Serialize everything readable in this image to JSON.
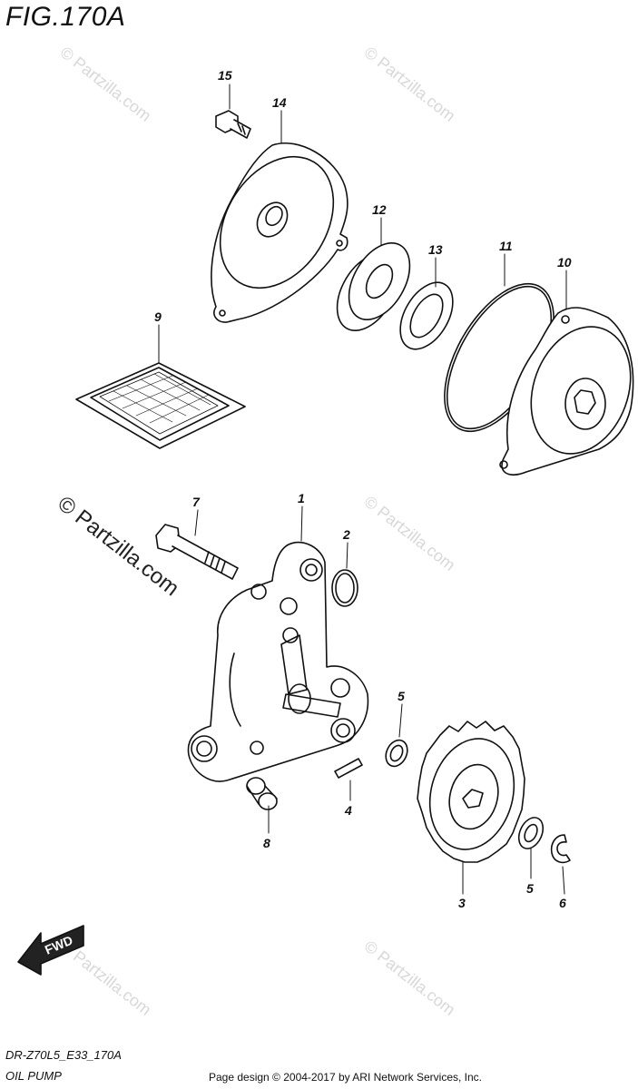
{
  "figure_title": "FIG.170A",
  "parts": [
    {
      "number": "1"
    },
    {
      "number": "2"
    },
    {
      "number": "3"
    },
    {
      "number": "4"
    },
    {
      "number": "5"
    },
    {
      "number": "5"
    },
    {
      "number": "6"
    },
    {
      "number": "7"
    },
    {
      "number": "8"
    },
    {
      "number": "9"
    },
    {
      "number": "10"
    },
    {
      "number": "11"
    },
    {
      "number": "12"
    },
    {
      "number": "13"
    },
    {
      "number": "14"
    },
    {
      "number": "15"
    }
  ],
  "watermark": "© Partzilla.com",
  "fwd_label": "FWD",
  "footer": {
    "diagram_code": "DR-Z70L5_E33_170A",
    "diagram_name": "OIL PUMP",
    "copyright": "Page design © 2004-2017 by ARI Network Services, Inc."
  }
}
